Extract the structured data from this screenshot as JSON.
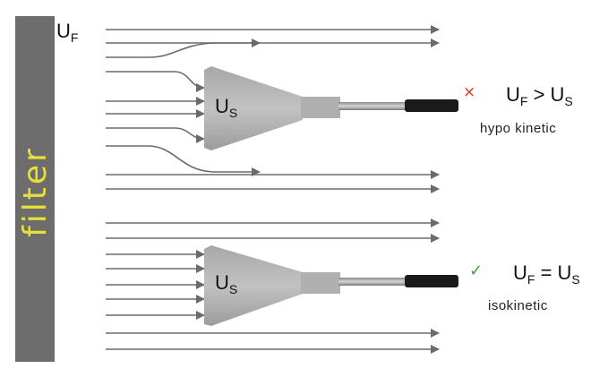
{
  "filter": {
    "label": "filter",
    "color": "#6d6d6d",
    "text_color": "#e8e03a"
  },
  "top_left_label": {
    "symbol": "U",
    "subscript": "F"
  },
  "probes": [
    {
      "id": "hypo",
      "inner": {
        "symbol": "U",
        "subscript": "S"
      },
      "status": {
        "mark": "×",
        "color": "#e0301e"
      },
      "relation": {
        "left_symbol": "U",
        "left_sub": "F",
        "operator": " > ",
        "right_symbol": "U",
        "right_sub": "S"
      },
      "caption": "hypo kinetic"
    },
    {
      "id": "iso",
      "inner": {
        "symbol": "U",
        "subscript": "S"
      },
      "status": {
        "mark": "✓",
        "color": "#3aa53a"
      },
      "relation": {
        "left_symbol": "U",
        "left_sub": "F",
        "operator": " = ",
        "right_symbol": "U",
        "right_sub": "S"
      },
      "caption": "isokinetic"
    }
  ],
  "colors": {
    "flow_line": "#6b6b6b",
    "probe_body": "#b4b4b4",
    "cable": "#1a1a1a"
  }
}
